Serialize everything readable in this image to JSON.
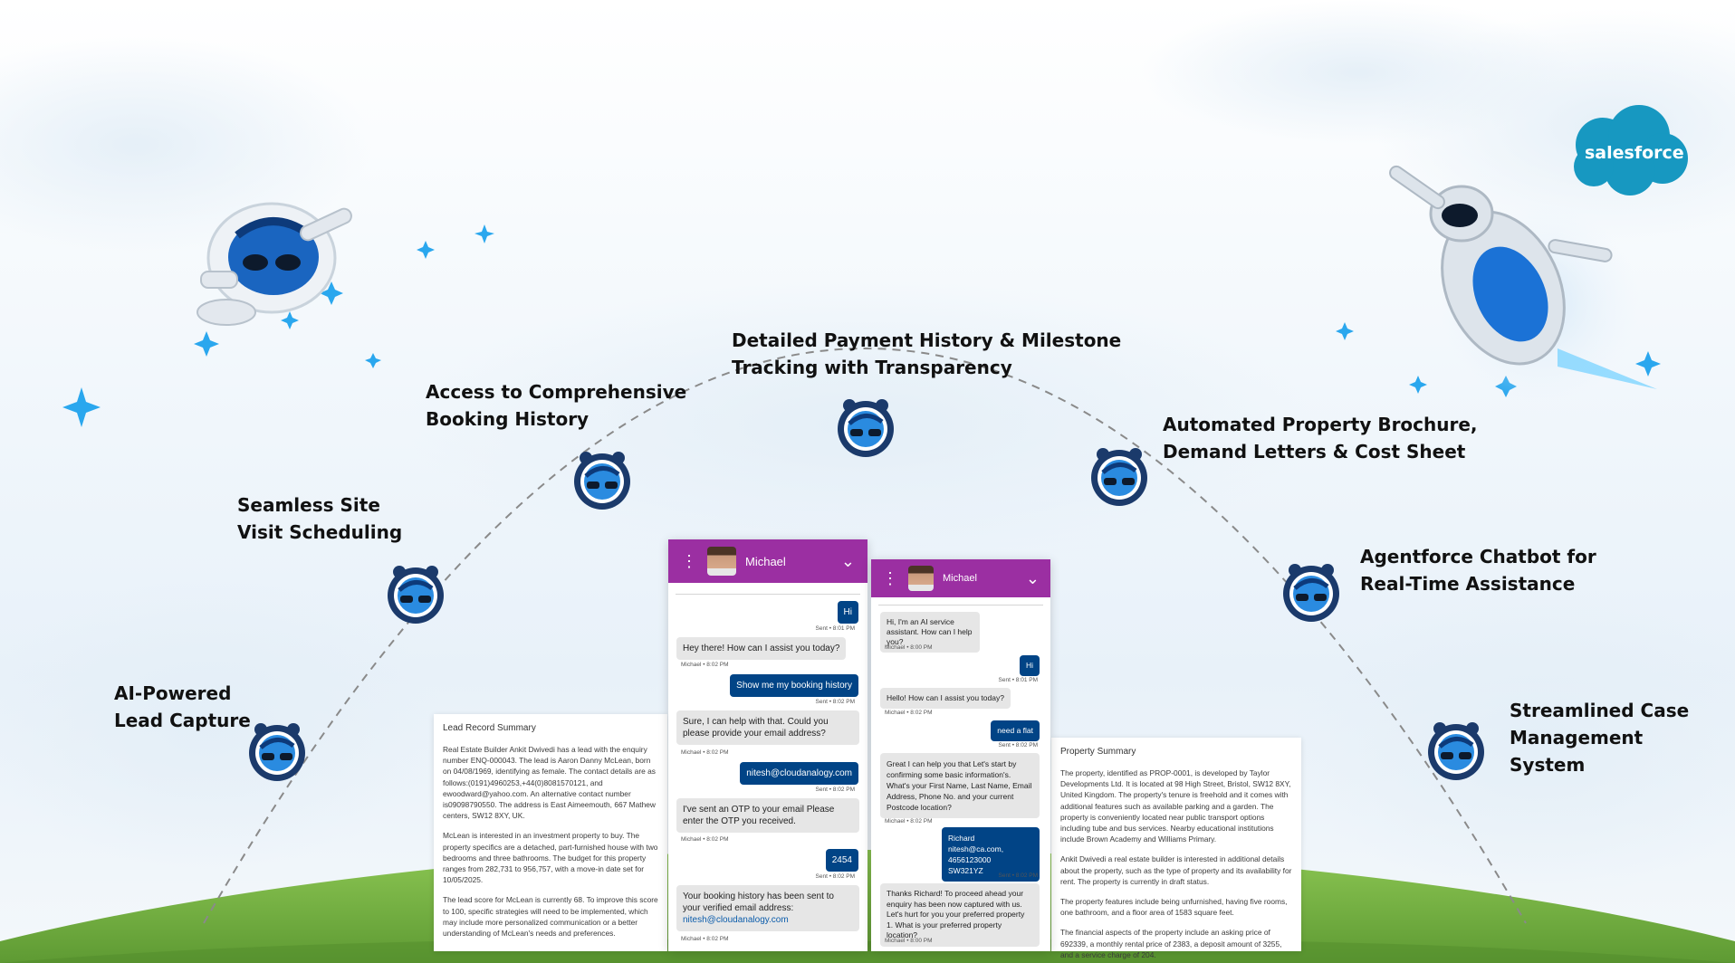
{
  "brand": {
    "logo_text": "salesforce",
    "logo_color": "#1798c1"
  },
  "colors": {
    "node_ring": "#1b3a6b",
    "node_face": "#2a8be0",
    "arc": "#888888",
    "sparkle": "#2aa7ee",
    "grass": "#7ab648",
    "chat_header": "#9b2fa2",
    "out_bubble": "#014486"
  },
  "features": [
    {
      "line1": "AI-Powered",
      "line2": "Lead Capture"
    },
    {
      "line1": "Seamless Site",
      "line2": "Visit Scheduling"
    },
    {
      "line1": "Access to Comprehensive",
      "line2": "Booking History"
    },
    {
      "line1": "Detailed Payment History & Milestone",
      "line2": "Tracking with Transparency"
    },
    {
      "line1": "Automated Property Brochure,",
      "line2": "Demand Letters & Cost Sheet"
    },
    {
      "line1": "Agentforce Chatbot for",
      "line2": "Real-Time Assistance"
    },
    {
      "line1": "Streamlined Case",
      "line2": "Management",
      "line3": "System"
    }
  ],
  "icons": {
    "node": "astro-face-icon",
    "mascot_left": "robot-mascot-icon",
    "mascot_right": "robot-bear-mascot-icon",
    "sparkle": "sparkle-icon"
  },
  "lead_summary": {
    "title": "Lead Record Summary",
    "p1": " Real Estate Builder Ankit Dwivedi has a lead with the enquiry number ENQ-000043. The lead is Aaron Danny McLean, born on 04/08/1969, identifying as female. The contact details are as follows:(0191)4960253,+44(0)8081570121, and ewoodward@yahoo.com. An alternative contact number is09098790550. The address is East Aimeemouth, 667 Mathew centers, SW12 8XY, UK.",
    "p2": "McLean is interested in an investment property to buy. The property specifics are a detached, part-furnished house with two bedrooms and three bathrooms. The budget for this property ranges from 282,731 to 956,757, with a move-in date set for 10/05/2025.",
    "p3": "The lead score for McLean is currently 68. To improve this score to 100, specific strategies will need to be implemented, which may include more personalized communication or a better understanding of McLean's needs and preferences."
  },
  "chat1": {
    "agent": "Michael",
    "messages": [
      {
        "text": "Hi",
        "meta": "Sent • 8:01 PM"
      },
      {
        "text": "Hey there! How can I assist you today?",
        "meta": "Michael • 8:02 PM"
      },
      {
        "text": "Show me my booking history",
        "meta": "Sent • 8:02 PM"
      },
      {
        "text": "Sure, I can help with that. Could you please provide your email address?",
        "meta": "Michael • 8:02 PM"
      },
      {
        "text": "nitesh@cloudanalogy.com",
        "meta": "Sent • 8:02 PM"
      },
      {
        "text": "I've sent an OTP to your email Please enter the OTP you received.",
        "meta": "Michael • 8:02 PM"
      },
      {
        "text": "2454",
        "meta": "Sent • 8:02 PM"
      },
      {
        "text": "Your booking history has been sent to your verified email address:",
        "link": "nitesh@cloudanalogy.com",
        "meta": "Michael • 8:02 PM"
      }
    ]
  },
  "chat2": {
    "agent": "Michael",
    "messages": [
      {
        "text": "Hi, I'm an AI service assistant. How can I help you?",
        "meta": "Michael • 8:00 PM"
      },
      {
        "text": "Hi",
        "meta": "Sent • 8:01 PM"
      },
      {
        "text": "Hello! How can I assist you today?",
        "meta": "Michael • 8:02 PM"
      },
      {
        "text": "need a flat",
        "meta": "Sent • 8:02 PM"
      },
      {
        "text": "Great I can help you that Let's start by confirming some basic information's. What's your First Name, Last Name, Email Address, Phone No. and your current Postcode location?",
        "meta": "Michael • 8:02 PM"
      },
      {
        "line1": "Richard",
        "line2": "nitesh@ca.com, 4656123000",
        "line3": "SW321YZ",
        "meta": "Sent • 8:02 PM"
      },
      {
        "text": "Thanks Richard! To proceed ahead your enquiry has been now captured with us. Let's hurt for you your preferred property",
        "text2": "1. What is your preferred property location?",
        "meta": "Michael • 8:00 PM"
      }
    ]
  },
  "property_summary": {
    "title": "Property Summary",
    "p1": "The property, identified as PROP-0001, is developed by Taylor Developments Ltd. It is located at 98 High Street, Bristol, SW12 8XY, United Kingdom. The property's tenure is freehold and it comes with additional features such as available parking and a garden. The property is conveniently located near public transport options including tube and bus services. Nearby educational institutions include Brown Academy and Williams Primary.",
    "p2": "Ankit Dwivedi a real estate builder is interested in additional details about the property, such as the type of property and its availability for rent. The property is currently in draft status.",
    "p3": "The property features include being unfurnished, having five rooms, one bathroom, and a floor area of 1583 square feet.",
    "p4": "The financial aspects of the property include an asking price of 692339, a monthly rental price of 2383, a deposit amount of 3255, and a service charge of 204."
  }
}
